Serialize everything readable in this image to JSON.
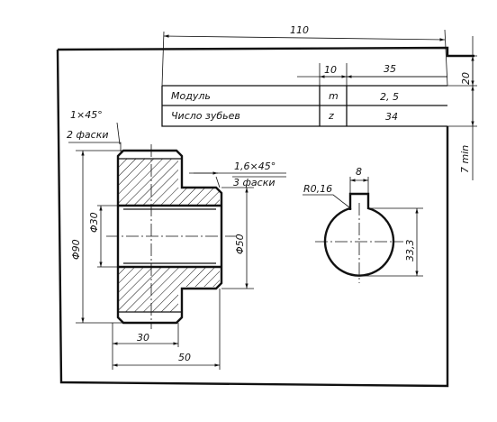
{
  "drawing": {
    "dimensions": {
      "overall_width": "110",
      "col_small": "10",
      "col_large": "35",
      "row_height": "20",
      "table_gap": "7 min",
      "chamfer_outer": "1×45°",
      "chamfer_outer_count": "2 фаски",
      "chamfer_inner": "1,6×45°",
      "chamfer_inner_count": "3 фаски",
      "bore_dia": "Φ30",
      "outer_dia": "Φ90",
      "hub_dia": "Φ50",
      "rim_width": "30",
      "total_width": "50",
      "keyway_width": "8",
      "keyway_radius": "R0,16",
      "keyway_depth": "33,3"
    },
    "table": {
      "rows": [
        {
          "param": "Модуль",
          "symbol": "m",
          "value": "2, 5"
        },
        {
          "param": "Число зубьев",
          "symbol": "z",
          "value": "34"
        }
      ]
    }
  }
}
